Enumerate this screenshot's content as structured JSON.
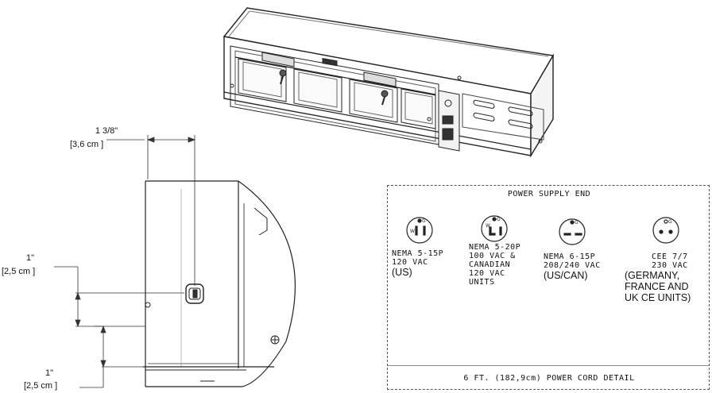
{
  "dimensions": {
    "top_width": {
      "fraction": "1 3/8\"",
      "metric": "[3,6 cm ]"
    },
    "side_upper": {
      "imperial": "1\"",
      "metric": "[2,5 cm ]"
    },
    "side_lower": {
      "imperial": "1\"",
      "metric": "[2,5 cm ]"
    }
  },
  "power_supply": {
    "title": "POWER SUPPLY END",
    "footer": "6 FT. (182,9cm) POWER CORD DETAIL",
    "plugs": [
      {
        "lines_mono": [
          "NEMA 5-15P",
          "120 VAC"
        ],
        "lines_sans": [
          "(US)"
        ]
      },
      {
        "lines_mono": [
          "NEMA 5-20P",
          "100 VAC &",
          "CANADIAN",
          "120 VAC",
          "UNITS"
        ],
        "lines_sans": []
      },
      {
        "lines_mono": [
          "NEMA 6-15P",
          "208/240 VAC"
        ],
        "lines_sans": [
          "(US/CAN)"
        ]
      },
      {
        "lines_mono": [
          "CEE 7/7",
          "230 VAC"
        ],
        "lines_sans": [
          "(GERMANY,",
          "FRANCE AND",
          "UK CE UNITS)"
        ]
      }
    ]
  }
}
